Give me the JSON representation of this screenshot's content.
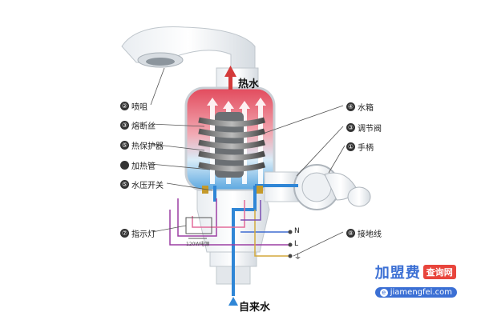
{
  "labels": {
    "hot_water": "热水",
    "tap_water": "自来水",
    "nozzle": {
      "num": "②",
      "text": "喷咀"
    },
    "fuse": {
      "num": "③",
      "text": "熔断丝"
    },
    "thermal_protector": {
      "num": "⑤",
      "text": "热保护器"
    },
    "heating_tube": {
      "num": "",
      "text": "加热管"
    },
    "pressure_switch": {
      "num": "⑤",
      "text": "水压开关"
    },
    "indicator": {
      "num": "⑦",
      "text": "指示灯"
    },
    "water_tank": {
      "num": "④",
      "text": "水箱"
    },
    "regulating_valve": {
      "num": "③",
      "text": "调节阀"
    },
    "handle": {
      "num": "①",
      "text": "手柄"
    },
    "ground_wire": {
      "num": "⑧",
      "text": "接地线"
    }
  },
  "terminals": {
    "n": "N",
    "l": "L",
    "ground": "⏚"
  },
  "small_text": "120W电源",
  "watermark": {
    "brand": "加盟费",
    "tag": "查询网",
    "url": "jiamengfei.com",
    "url_icon": "e"
  }
}
